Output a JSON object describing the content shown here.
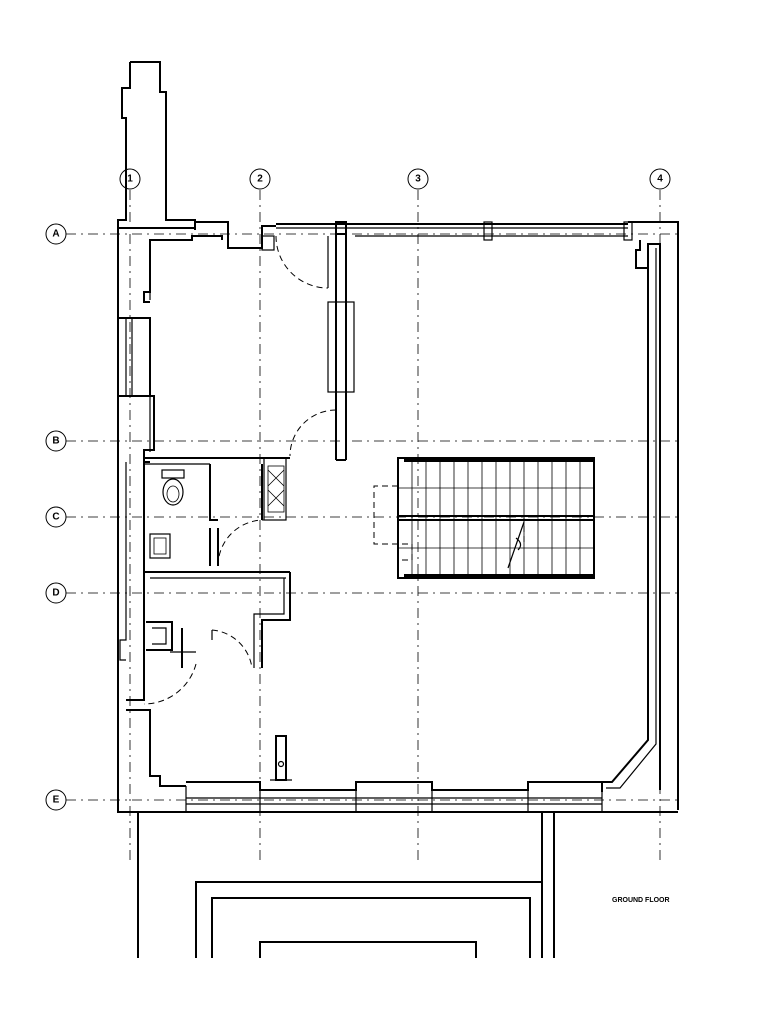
{
  "drawing": {
    "title": "GROUND FLOOR"
  },
  "grid": {
    "columns": [
      "1",
      "2",
      "3",
      "4"
    ],
    "rows": [
      "A",
      "B",
      "C",
      "D",
      "E"
    ]
  }
}
